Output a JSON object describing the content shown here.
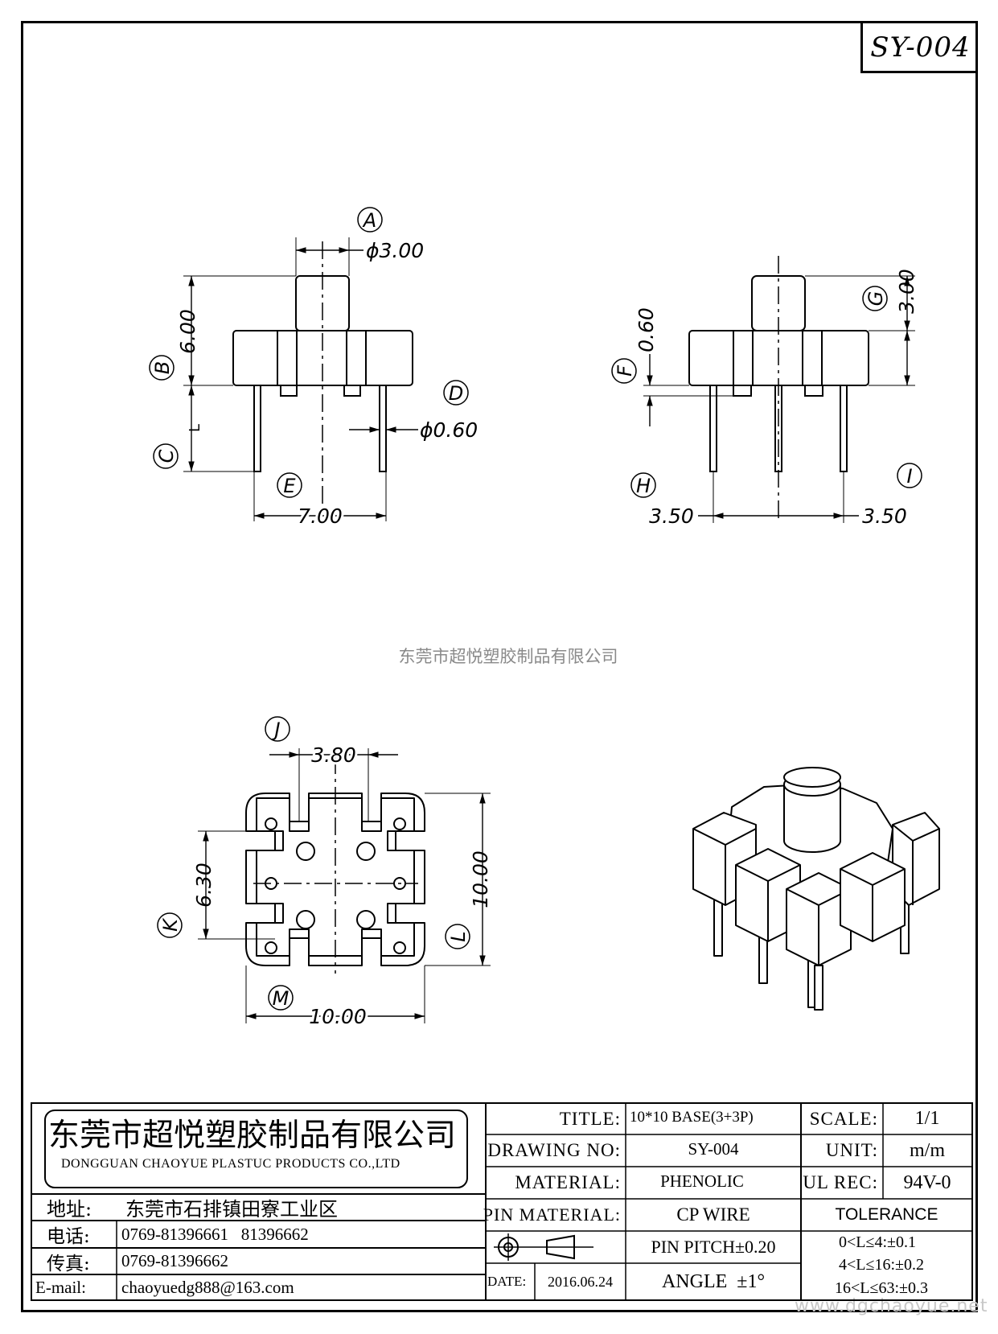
{
  "drawing_code": "SY-004",
  "views": {
    "front": {
      "labels": {
        "A": "A",
        "B": "B",
        "C": "C",
        "D": "D",
        "E": "E"
      },
      "dims": {
        "pin_top_dia": "ϕ3.00",
        "height": "6.00",
        "pin_length": "L",
        "pin_dia": "ϕ0.60",
        "pin_span": "7.00"
      }
    },
    "side": {
      "labels": {
        "F": "F",
        "G": "G",
        "H": "H",
        "I": "I"
      },
      "dims": {
        "standoff": "0.60",
        "top": "3.00",
        "pitch_left": "3.50",
        "pitch_right": "3.50"
      }
    },
    "bottom": {
      "labels": {
        "J": "J",
        "K": "K",
        "L": "L",
        "M": "M"
      },
      "dims": {
        "slot": "3.80",
        "inner": "6.30",
        "height": "10.00",
        "width": "10.00"
      }
    }
  },
  "watermark": "东莞市超悦塑胶制品有限公司",
  "watermark_url": "www.dgchaoyue.net",
  "title_block": {
    "company_cn": "东莞市超悦塑胶制品有限公司",
    "company_en": "DONGGUAN CHAOYUE PLASTUC PRODUCTS CO.,LTD",
    "address_label": "地址:",
    "address": "东莞市石排镇田寮工业区",
    "phone_label": "电话:",
    "phone": "0769-81396661   81396662",
    "fax_label": "传真:",
    "fax": "0769-81396662",
    "email_label": "E-mail:",
    "email": "chaoyuedg888@163.com",
    "title_label": "TITLE:",
    "title": "10*10 BASE(3+3P)",
    "drawing_no_label": "DRAWING NO:",
    "drawing_no": "SY-004",
    "material_label": "MATERIAL:",
    "material": "PHENOLIC",
    "pin_material_label": "PIN MATERIAL:",
    "pin_material": "CP WIRE",
    "pin_pitch": "PIN PITCH±0.20",
    "date_label": "DATE:",
    "date": "2016.06.24",
    "angle": "ANGLE  ±1°",
    "scale_label": "SCALE:",
    "scale": "1/1",
    "unit_label": "UNIT:",
    "unit": "m/m",
    "ul_label": "UL REC:",
    "ul": "94V-0",
    "tolerance_label": "TOLERANCE",
    "tolerances": [
      "0<L≤4:±0.1",
      "4<L≤16:±0.2",
      "16<L≤63:±0.3"
    ]
  }
}
